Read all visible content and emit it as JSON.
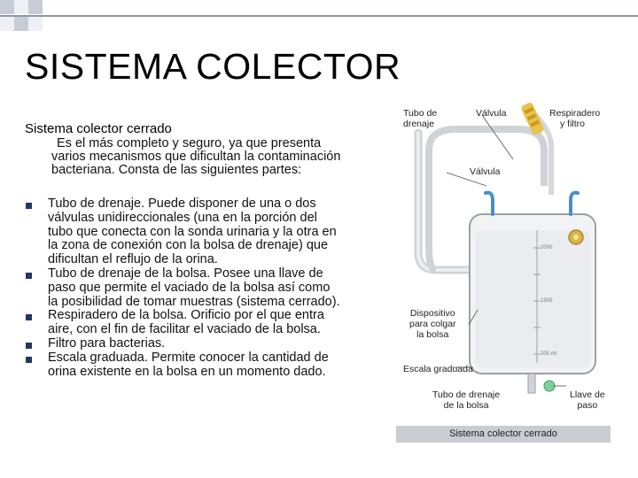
{
  "slide": {
    "title": "SISTEMA COLECTOR",
    "subtitle": "Sistema colector cerrado",
    "intro_lines": [
      "Es el más completo y seguro, ya que presenta",
      "varios mecanismos que dificultan la contaminación",
      "bacteriana.  Consta de las siguientes partes:"
    ],
    "bullets": [
      {
        "lines": [
          "Tubo de drenaje.  Puede disponer de una o dos",
          "válvulas unidireccionales (una en la porción del",
          "tubo que conecta con la sonda urinaria y la otra en",
          "la zona de conexión con la bolsa de drenaje) que",
          "dificultan el reflujo de la orina."
        ]
      },
      {
        "lines": [
          "Tubo de drenaje de la bolsa. Posee una llave de",
          "paso que permite el vaciado de la bolsa así como",
          "la posibilidad de tomar muestras (sistema cerrado)."
        ]
      },
      {
        "lines": [
          "Respiradero de la bolsa.  Orificio por el que entra",
          "aire, con el fin de facilitar el vaciado de la bolsa."
        ]
      },
      {
        "lines": [
          "Filtro para bacterias."
        ]
      },
      {
        "lines": [
          "Escala graduada.  Permite conocer la cantidad de",
          "orina existente en la bolsa en un momento dado."
        ]
      }
    ]
  },
  "diagram": {
    "caption": "Sistema colector cerrado",
    "labels": {
      "tubo_drenaje": [
        "Tubo de",
        "drenaje"
      ],
      "valvula_top": "Válvula",
      "respiradero": [
        "Respiradero",
        "y filtro"
      ],
      "valvula_mid": "Válvula",
      "dispositivo": [
        "Dispositivo",
        "para colgar",
        "la bolsa"
      ],
      "escala": "Escala graduada",
      "tubo_bolsa": [
        "Tubo de drenaje",
        "de la bolsa"
      ],
      "llave": [
        "Llave de",
        "paso"
      ]
    },
    "scale_marks": [
      "2000",
      "1500",
      "200 ml"
    ]
  },
  "colors": {
    "bullet": "#1f3864",
    "accent_checker": "#8d97a7",
    "valve_yellow": "#e8c24a",
    "hook_blue": "#4a8ec8"
  }
}
